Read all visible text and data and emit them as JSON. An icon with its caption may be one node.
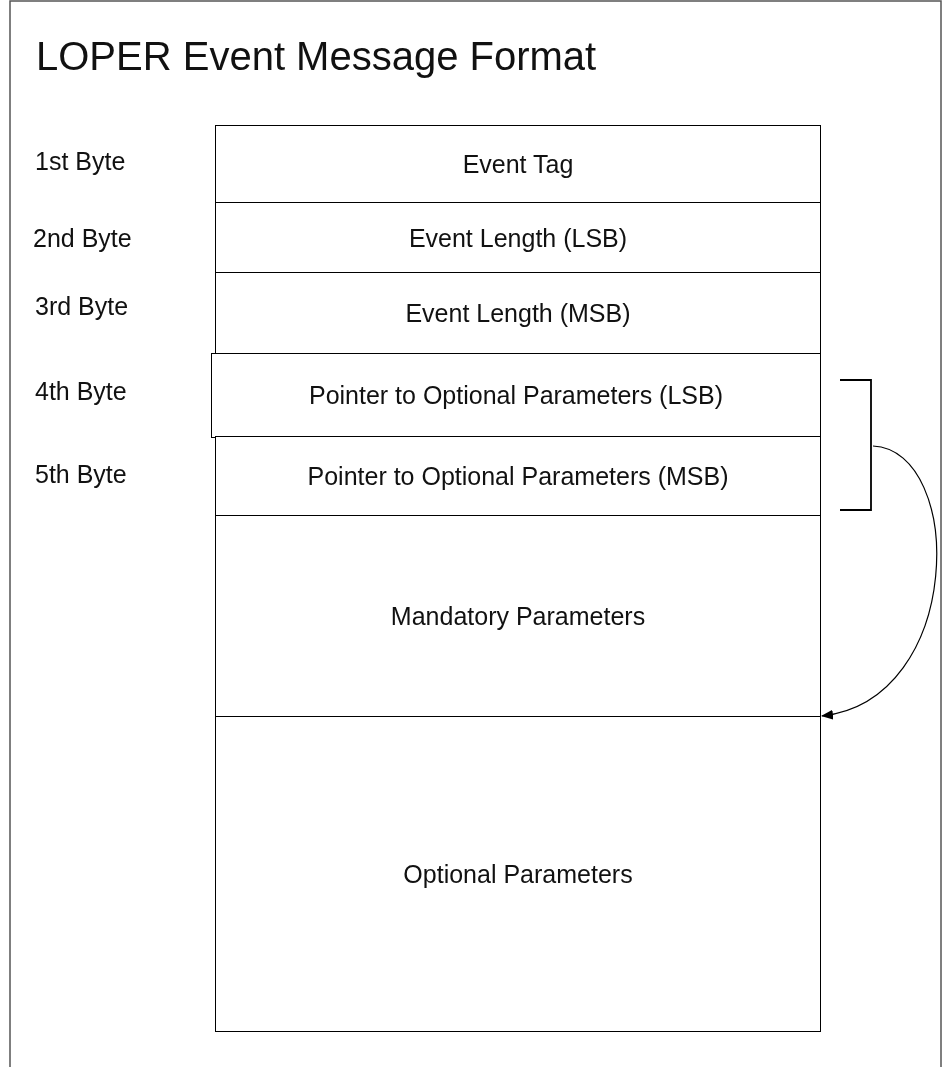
{
  "diagram": {
    "title": "LOPER Event Message Format",
    "nodes": [
      {
        "text": [
          "Event Tag"
        ],
        "beside": [
          "1st Byte"
        ]
      },
      {
        "text": [
          "Event Length (LSB)"
        ],
        "beside": [
          "2nd Byte"
        ]
      },
      {
        "text": [
          "Event Length (MSB)"
        ],
        "beside": [
          "3rd Byte"
        ]
      },
      {
        "text": [
          "Pointer to Optional Parameters (LSB)"
        ],
        "beside": [
          "4th Byte"
        ]
      },
      {
        "text": [
          "Pointer to Optional Parameters (MSB)"
        ],
        "beside": [
          "5th Byte"
        ]
      },
      {
        "text": [
          "Mandatory Parameters"
        ]
      },
      {
        "text": [
          "Optional Parameters"
        ]
      },
      {
        "text": [],
        "shape": "bracket"
      }
    ],
    "edges": [
      {
        "from": 7,
        "to": 6,
        "arrow": "to"
      }
    ]
  }
}
